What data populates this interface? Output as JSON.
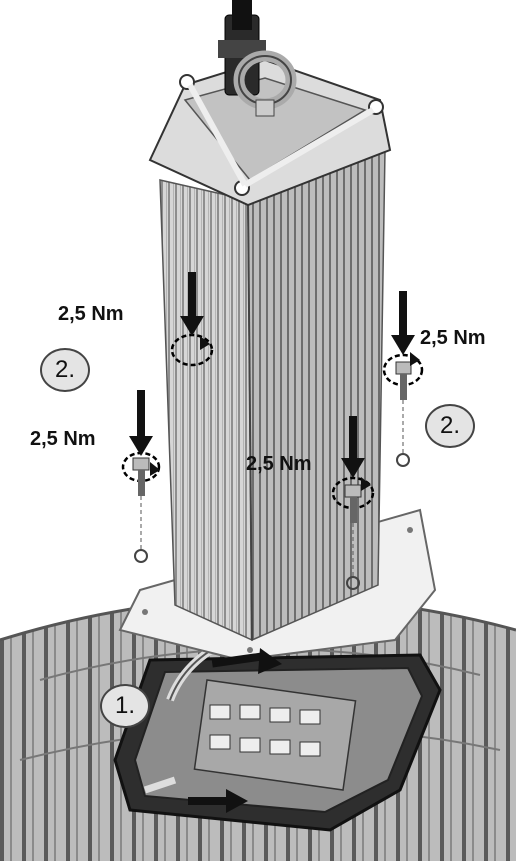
{
  "torque_labels": [
    "2,5 Nm",
    "2,5 Nm",
    "2,5 Nm",
    "2,5 Nm"
  ],
  "steps": [
    "1.",
    "2.",
    "2."
  ],
  "colors": {
    "fin": "#cfcfcf",
    "fin_dark": "#8a8a8a",
    "base": "#f2f2f2",
    "housing": "#3a3a3a",
    "arrow": "#111111",
    "badge": "#e4e4e4"
  }
}
